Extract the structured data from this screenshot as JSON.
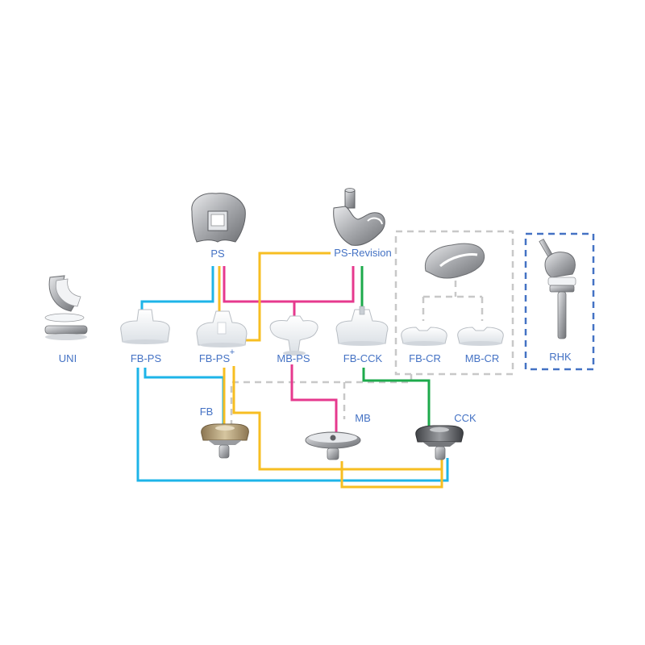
{
  "labels": {
    "uni": "UNI",
    "fb_ps": "FB-PS",
    "fb_ps_plus": "FB-PS",
    "plus": "+",
    "mb_ps": "MB-PS",
    "fb_cck": "FB-CCK",
    "fb_cr": "FB-CR",
    "mb_cr": "MB-CR",
    "ps": "PS",
    "ps_revision": "PS-Revision",
    "rhk": "RHK",
    "fb": "FB",
    "mb": "MB",
    "cck": "CCK"
  },
  "colors": {
    "label": "#4472c4",
    "blue_line": "#1eb4e8",
    "yellow_line": "#f7be22",
    "pink_line": "#e6398e",
    "green_line": "#1daa4b",
    "gray_dash": "#c8c8c8",
    "rhk_dash": "#4472c4",
    "metal": "#b4b6ba",
    "metal_dark": "#7d7f83",
    "gold": "#b9a170",
    "plastic": "#eef1f4"
  },
  "icons": {
    "uni": "unicompartmental-knee-implant-icon",
    "ps": "ps-femoral-component-icon",
    "ps_revision": "ps-revision-femoral-component-icon",
    "cr_femoral": "cr-femoral-component-icon",
    "rhk": "rotating-hinge-knee-icon",
    "fb_ps": "fb-ps-insert-icon",
    "fb_ps_plus": "fb-ps-plus-insert-icon",
    "mb_ps": "mb-ps-insert-icon",
    "fb_cck": "fb-cck-insert-icon",
    "fb_cr": "fb-cr-insert-icon",
    "mb_cr": "mb-cr-insert-icon",
    "fb_tray": "fixed-bearing-tibial-tray-icon",
    "mb_tray": "mobile-bearing-tibial-tray-icon",
    "cck_tray": "cck-tibial-tray-icon"
  }
}
